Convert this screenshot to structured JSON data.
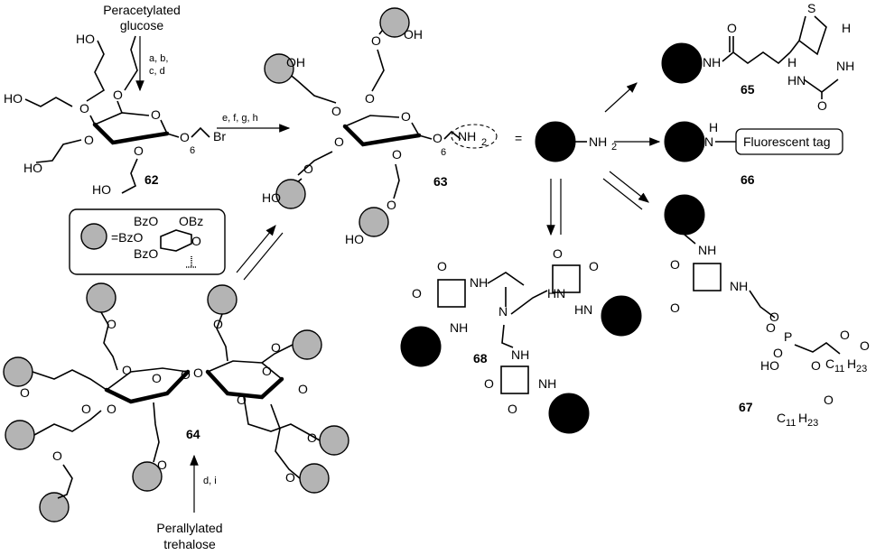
{
  "labels": {
    "peracetylated_1": "Peracetylated",
    "peracetylated_2": "glucose",
    "cond_abcd_1": "a, b,",
    "cond_abcd_2": "c, d",
    "cond_efgh": "e, f, g, h",
    "cond_di": "d, i",
    "perallylated_1": "Perallylated",
    "perallylated_2": "trehalose",
    "equals": "=",
    "fluorescent_tag": "Fluorescent tag"
  },
  "compounds": {
    "c62": "62",
    "c63": "63",
    "c64": "64",
    "c65": "65",
    "c66": "66",
    "c67": "67",
    "c68": "68"
  },
  "groups": {
    "ho": "HO",
    "oh": "OH",
    "o": "O",
    "br": "Br",
    "six": "6",
    "nh": "NH",
    "h": "H",
    "n": "N",
    "s": "S",
    "hn": "HN",
    "p": "P",
    "bz": "Bz",
    "obz": "OBz",
    "bzo": "BzO",
    "c11": "C",
    "c11sub": "11",
    "h23sub": "23",
    "h2sub": "2",
    "nh2": "NH"
  },
  "legend": {
    "line1": "BzO",
    "line1b": "OBz",
    "line2": "=BzO",
    "line3": "BzO"
  },
  "colors": {
    "mannose_gray": "#b4b4b4",
    "core_black": "#000000"
  }
}
